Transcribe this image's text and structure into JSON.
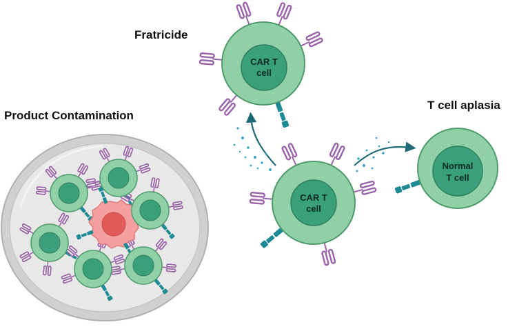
{
  "labels": {
    "fratricide": "Fratricide",
    "product_contamination": "Product Contamination",
    "t_cell_aplasia": "T cell aplasia"
  },
  "cells": {
    "car_t_top": {
      "line1": "CAR T",
      "line2": "cell"
    },
    "car_t_center": {
      "line1": "CAR T",
      "line2": "cell"
    },
    "normal_t": {
      "line1": "Normal",
      "line2": "T cell"
    }
  },
  "colors": {
    "cell_outer": "#8fd0a6",
    "cell_outer_stroke": "#4f9a6c",
    "cell_nucleus": "#3aa07a",
    "car_receptor": "#9a62a8",
    "target_antigen": "#1e8a95",
    "tumor_cell": "#f08a8a",
    "tumor_nucleus": "#e05a5a",
    "dish_rim": "#c9c9c9",
    "dish_fill": "#e6e6e6",
    "arrow": "#1f6a78",
    "particles": "#3aa6c6"
  },
  "icons": {
    "car": "car-receptor-icon",
    "antigen": "target-antigen-icon",
    "dish": "petri-dish-icon"
  }
}
